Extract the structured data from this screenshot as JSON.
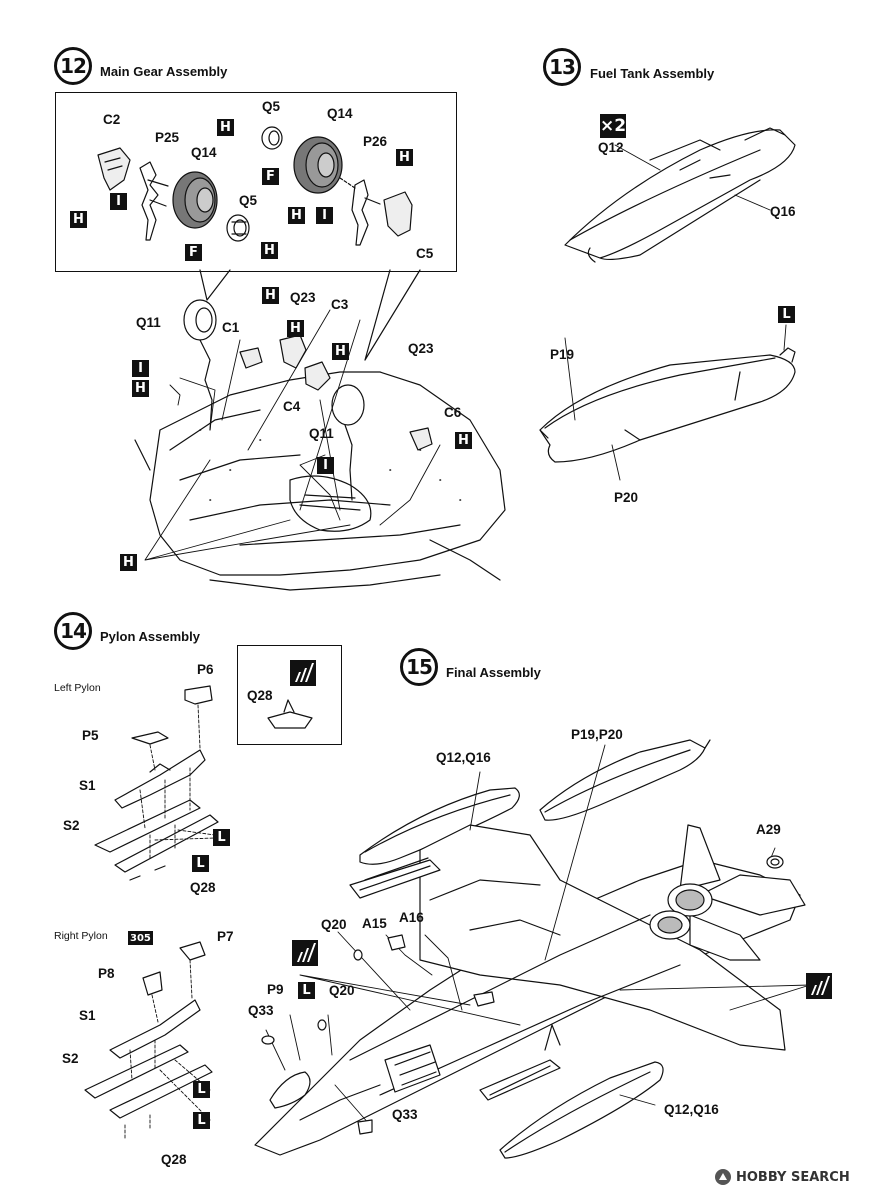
{
  "steps": [
    {
      "number": "12",
      "title": "Main Gear Assembly"
    },
    {
      "number": "13",
      "title": "Fuel Tank Assembly"
    },
    {
      "number": "14",
      "title": "Pylon Assembly"
    },
    {
      "number": "15",
      "title": "Final Assembly"
    }
  ],
  "sub_labels": {
    "left_pylon": "Left Pylon",
    "right_pylon": "Right Pylon"
  },
  "parts": {
    "C2": "C2",
    "P25": "P25",
    "Q14": "Q14",
    "Q5": "Q5",
    "P26": "P26",
    "C5": "C5",
    "C1": "C1",
    "Q11": "Q11",
    "Q23": "Q23",
    "C3": "C3",
    "C4": "C4",
    "C6": "C6",
    "Q12": "Q12",
    "Q16": "Q16",
    "P19": "P19",
    "P20": "P20",
    "P6": "P6",
    "P5": "P5",
    "S1": "S1",
    "S2": "S2",
    "Q28": "Q28",
    "P7": "P7",
    "P8": "P8",
    "P19P20": "P19,P20",
    "Q12Q16": "Q12,Q16",
    "A29": "A29",
    "Q20": "Q20",
    "A15": "A15",
    "A16": "A16",
    "P9": "P9",
    "Q33": "Q33"
  },
  "glue": {
    "H": "H",
    "I": "I",
    "F": "F",
    "L": "L"
  },
  "multiplier": "×2",
  "badge_305": "305",
  "watermark": "HOBBY SEARCH",
  "icons": [
    "paint-code-icon",
    "hobby-search-logo-icon"
  ]
}
